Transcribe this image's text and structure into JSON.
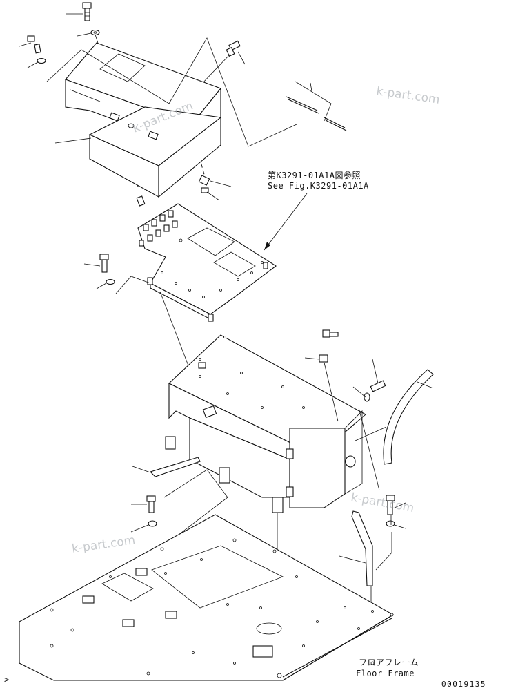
{
  "reference": {
    "jp": "第K3291-01A1A図参照",
    "en": "See Fig.K3291-01A1A"
  },
  "floor_label": {
    "jp": "フロアフレーム",
    "en": "Floor Frame"
  },
  "drawing_code": "00019135",
  "watermark": "k-part.com",
  "corner_mark": ">"
}
